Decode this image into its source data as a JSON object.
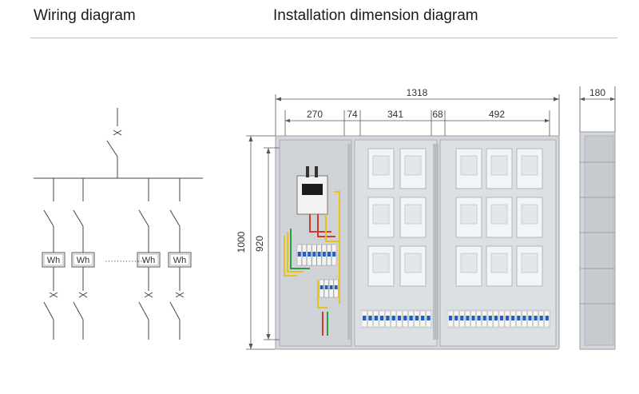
{
  "header": {
    "wiring_title": "Wiring diagram",
    "installation_title": "Installation dimension diagram"
  },
  "wiring": {
    "meter_label": "Wh",
    "meter_count_shown": 4
  },
  "dimensions": {
    "total_width": "1318",
    "depth": "180",
    "height": "1000",
    "inner_height": "920",
    "segments": [
      "270",
      "74",
      "341",
      "68",
      "492"
    ]
  },
  "colors": {
    "line": "#444444",
    "enclosure": "#cfd3d7",
    "breaker_blue": "#1f5fbf",
    "wire_yellow": "#e8c21b",
    "wire_red": "#d23a2a",
    "wire_green": "#2c9a47"
  }
}
